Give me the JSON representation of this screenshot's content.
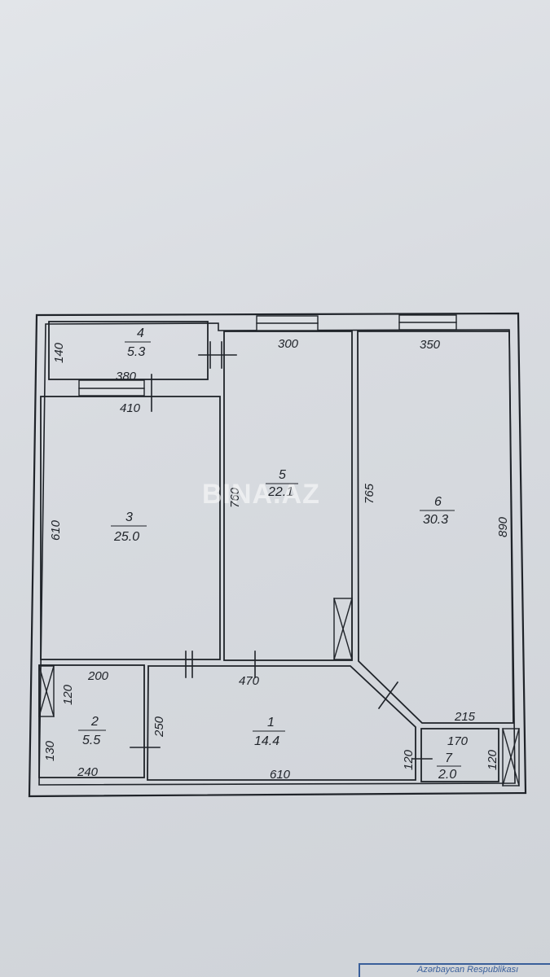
{
  "header_bleed": "",
  "watermark": "BINA.AZ",
  "stamp_text": "Azərbaycan Respublikası",
  "rooms": [
    {
      "id": "4",
      "number": "4",
      "area": "5.3"
    },
    {
      "id": "3",
      "number": "3",
      "area": "25.0"
    },
    {
      "id": "5",
      "number": "5",
      "area": "22.1"
    },
    {
      "id": "6",
      "number": "6",
      "area": "30.3"
    },
    {
      "id": "2",
      "number": "2",
      "area": "5.5"
    },
    {
      "id": "1",
      "number": "1",
      "area": "14.4"
    },
    {
      "id": "7",
      "number": "7",
      "area": "2.0"
    }
  ],
  "dimensions": {
    "room4_height": "140",
    "room4_width": "380",
    "room3_width": "410",
    "room3_height": "610",
    "room5_width": "300",
    "room5_height": "760",
    "room6_width": "350",
    "room6_left": "765",
    "room6_right": "890",
    "room6_bottom": "215",
    "room2_width_top": "200",
    "room2_upper": "120",
    "room2_lower": "130",
    "room2_right": "250",
    "room2_width_bottom": "240",
    "room1_top": "470",
    "room1_bottom": "610",
    "room1_right": "120",
    "room7_width": "170",
    "room7_height": "120"
  },
  "colors": {
    "ink": "#1f2329",
    "paper": "#dcdfe3"
  }
}
